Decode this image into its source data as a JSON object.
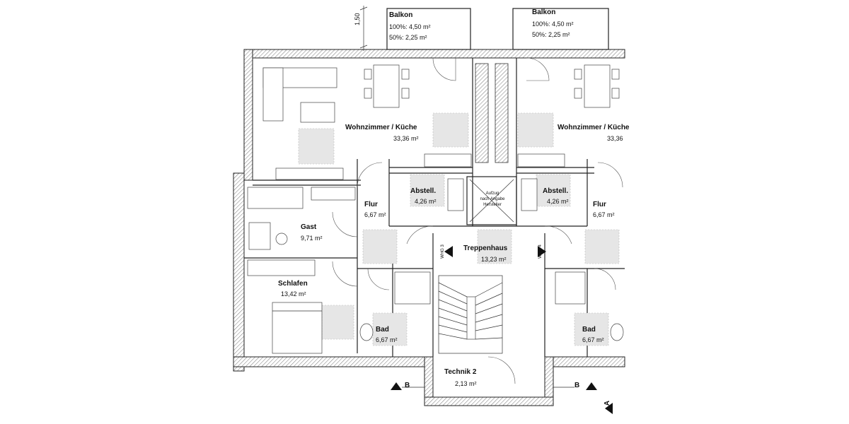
{
  "balconies": [
    {
      "title": "Balkon",
      "line1": "100%: 4,50 m²",
      "line2": "50%:  2,25 m²"
    },
    {
      "title": "Balkon",
      "line1": "100%: 4,50 m²",
      "line2": "50%:  2,25 m²"
    }
  ],
  "dimension": "1,50",
  "rooms": {
    "wohnen_left": {
      "name": "Wohnzimmer / Küche",
      "area": "33,36 m²"
    },
    "wohnen_right": {
      "name": "Wohnzimmer / Küche",
      "area": "33,36"
    },
    "abstell_left": {
      "name": "Abstell.",
      "area": "4,26 m²"
    },
    "abstell_right": {
      "name": "Abstell.",
      "area": "4,26 m²"
    },
    "flur_left": {
      "name": "Flur",
      "area": "6,67 m²"
    },
    "flur_right": {
      "name": "Flur",
      "area": "6,67 m²"
    },
    "gast": {
      "name": "Gast",
      "area": "9,71 m²"
    },
    "treppenhaus": {
      "name": "Treppenhaus",
      "area": "13,23 m²"
    },
    "schlafen": {
      "name": "Schlafen",
      "area": "13,42 m²"
    },
    "bad_left": {
      "name": "Bad",
      "area": "6,67 m²"
    },
    "bad_right": {
      "name": "Bad",
      "area": "6,67 m²"
    },
    "technik": {
      "name": "Technik 2",
      "area": "2,13 m²"
    }
  },
  "aufzug": {
    "line1": "Aufzug",
    "line2": "nach Angabe",
    "line3": "Hersteller"
  },
  "unit_tags": {
    "left": "WHG 3",
    "right": "WHG 4"
  },
  "section_marks": {
    "left": "B",
    "right": "B",
    "vertical": "A"
  }
}
